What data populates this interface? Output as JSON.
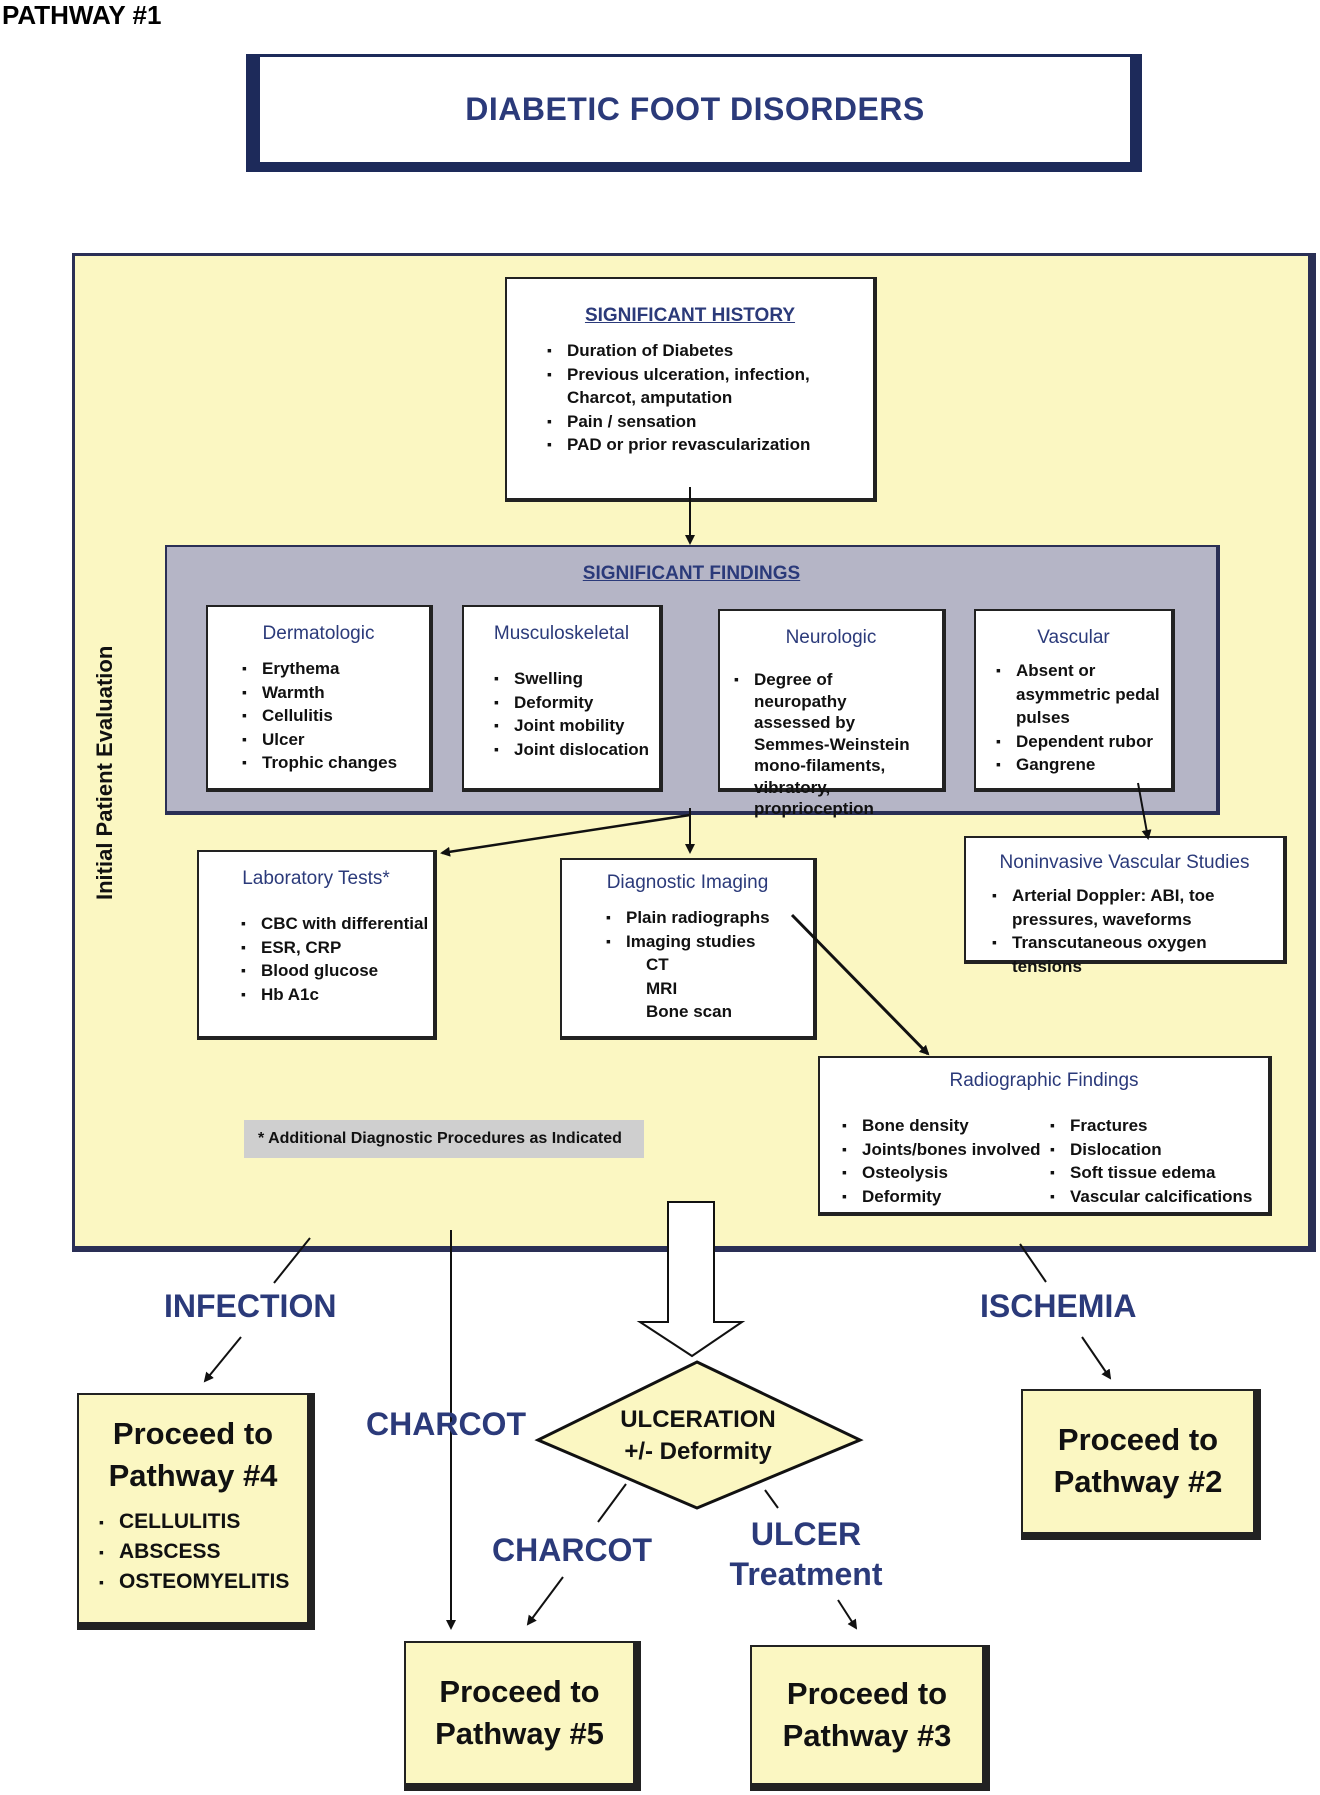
{
  "pathway_label": "PATHWAY #1",
  "title": "DIABETIC FOOT DISORDERS",
  "side_label": "Initial Patient Evaluation",
  "history": {
    "heading": "SIGNIFICANT HISTORY",
    "items": [
      "Duration of Diabetes",
      "Previous ulceration,  infection, Charcot, amputation",
      "Pain / sensation",
      "PAD or prior revascularization"
    ]
  },
  "findings": {
    "heading": "SIGNIFICANT FINDINGS",
    "dermatologic": {
      "heading": "Dermatologic",
      "items": [
        "Erythema",
        "Warmth",
        "Cellulitis",
        "Ulcer",
        "Trophic changes"
      ]
    },
    "musculoskeletal": {
      "heading": "Musculoskeletal",
      "items": [
        "Swelling",
        "Deformity",
        "Joint mobility",
        "Joint dislocation"
      ]
    },
    "neurologic": {
      "heading": "Neurologic",
      "items": [
        "Degree of neuropathy assessed by Semmes-Weinstein mono-filaments, vibratory, proprioception"
      ]
    },
    "vascular": {
      "heading": "Vascular",
      "items": [
        "Absent or asymmetric pedal pulses",
        "Dependent rubor",
        "Gangrene"
      ]
    }
  },
  "lab": {
    "heading": "Laboratory Tests*",
    "items": [
      "CBC  with differential",
      "ESR, CRP",
      "Blood glucose",
      "Hb A1c"
    ]
  },
  "imaging": {
    "heading": "Diagnostic Imaging",
    "items": [
      "Plain radiographs",
      "Imaging studies"
    ],
    "sub_items": [
      "CT",
      "MRI",
      "Bone scan"
    ]
  },
  "vascular_studies": {
    "heading": "Noninvasive Vascular Studies",
    "items": [
      "Arterial Doppler: ABI, toe pressures, waveforms",
      "Transcutaneous oxygen tensions"
    ]
  },
  "radiographic": {
    "heading": "Radiographic Findings",
    "left_items": [
      "Bone density",
      "Joints/bones involved",
      "Osteolysis",
      "Deformity"
    ],
    "right_items": [
      "Fractures",
      "Dislocation",
      "Soft tissue edema",
      "Vascular calcifications"
    ]
  },
  "note": "* Additional Diagnostic Procedures as Indicated",
  "outcomes": {
    "infection_label": "INFECTION",
    "ischemia_label": "ISCHEMIA",
    "charcot_left_label": "CHARCOT",
    "charcot_center_label": "CHARCOT",
    "ulcer_label_line1": "ULCER",
    "ulcer_label_line2": "Treatment",
    "ulceration_line1": "ULCERATION",
    "ulceration_line2": "+/- Deformity"
  },
  "pathway4": {
    "line1": "Proceed to",
    "line2": "Pathway #4",
    "items": [
      "CELLULITIS",
      "ABSCESS",
      "OSTEOMYELITIS"
    ]
  },
  "pathway2": {
    "line1": "Proceed to",
    "line2": "Pathway #2"
  },
  "pathway5": {
    "line1": "Proceed to",
    "line2": "Pathway #5"
  },
  "pathway3": {
    "line1": "Proceed to",
    "line2": "Pathway #3"
  }
}
